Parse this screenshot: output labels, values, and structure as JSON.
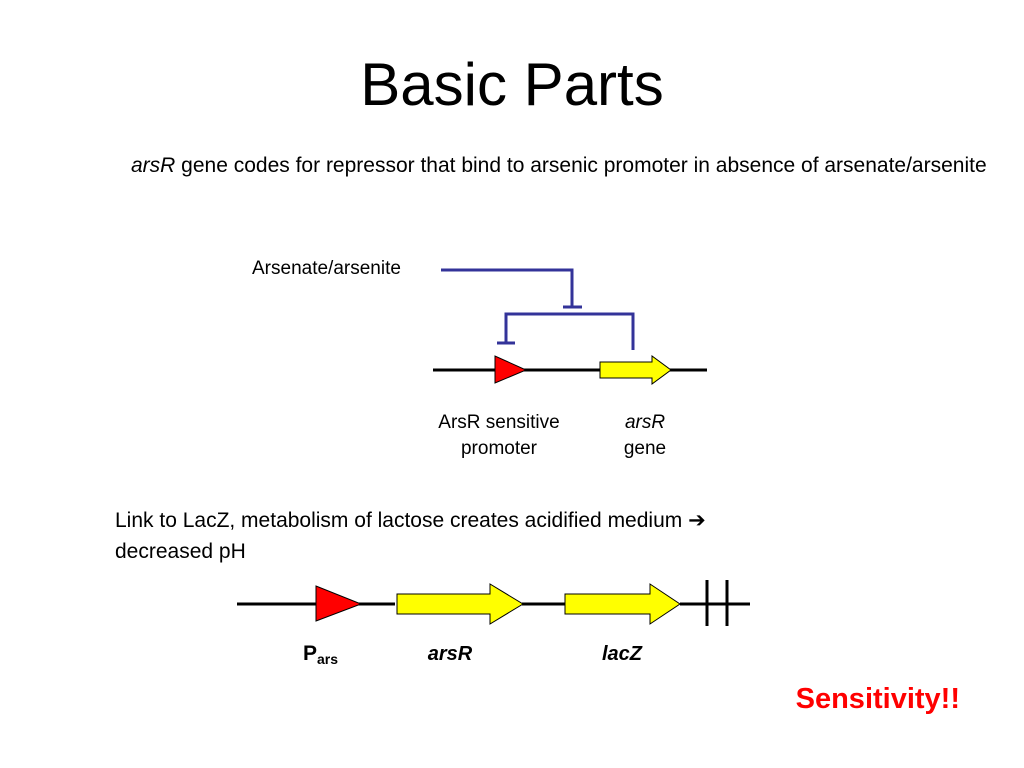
{
  "slide": {
    "title": "Basic Parts",
    "intro_italic": "arsR",
    "intro_rest": " gene codes for repressor that bind to arsenic promoter in absence of arsenate/arsenite",
    "link_text": "Link to LacZ, metabolism of lactose creates acidified medium",
    "link_arrow": "➔",
    "link_text2": "decreased pH",
    "sensitivity": "Sensitivity!!"
  },
  "diagram1": {
    "inducer_label": "Arsenate/arsenite",
    "promoter_label_line1": "ArsR sensitive",
    "promoter_label_line2": "promoter",
    "gene_label_line1": "arsR",
    "gene_label_line2": "gene"
  },
  "diagram2": {
    "promoter_main": "P",
    "promoter_sub": "ars",
    "gene1": "arsR",
    "gene2": "lacZ"
  },
  "colors": {
    "promoter": "#ff0000",
    "gene": "#ffff00",
    "repression": "#333399",
    "emphasis": "#ff0000"
  }
}
